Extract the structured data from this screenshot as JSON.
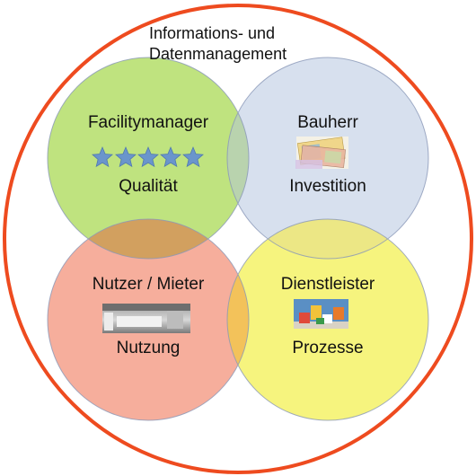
{
  "title_lines": [
    "Informations- und",
    "Datenmanagement"
  ],
  "colors": {
    "outer_ring": "#ee4b1f",
    "green": "#bfe37f",
    "blue": "#d7e0ee",
    "red": "#f6ae9c",
    "yellow": "#f6f47e",
    "green_red": "#d2a05f",
    "red_yellow": "#f3c25a",
    "green_blue": "#b9d3ae",
    "blue_yellow": "#ece785",
    "star": "#6a95cc"
  },
  "stakeholders": [
    {
      "id": "facility",
      "role": "Facilitymanager",
      "aspect": "Qualität",
      "icon": "five-stars-icon"
    },
    {
      "id": "bauherr",
      "role": "Bauherr",
      "aspect": "Investition",
      "icon": "money-bills-icon"
    },
    {
      "id": "nutzer",
      "role": "Nutzer / Mieter",
      "aspect": "Nutzung",
      "icon": "kitchen-photo-icon"
    },
    {
      "id": "dienst",
      "role": "Dienstleister",
      "aspect": "Prozesse",
      "icon": "process-blocks-icon"
    }
  ]
}
